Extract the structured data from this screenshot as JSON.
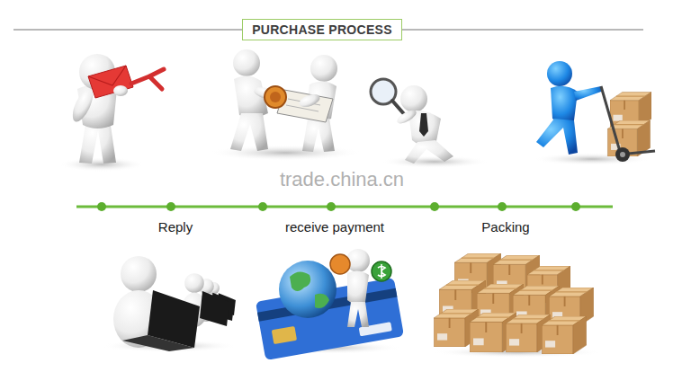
{
  "diagram": {
    "title": "PURCHASE PROCESS",
    "labels": [
      "trade.china.cn",
      "Reply",
      "receive payment",
      "Packing"
    ]
  }
}
